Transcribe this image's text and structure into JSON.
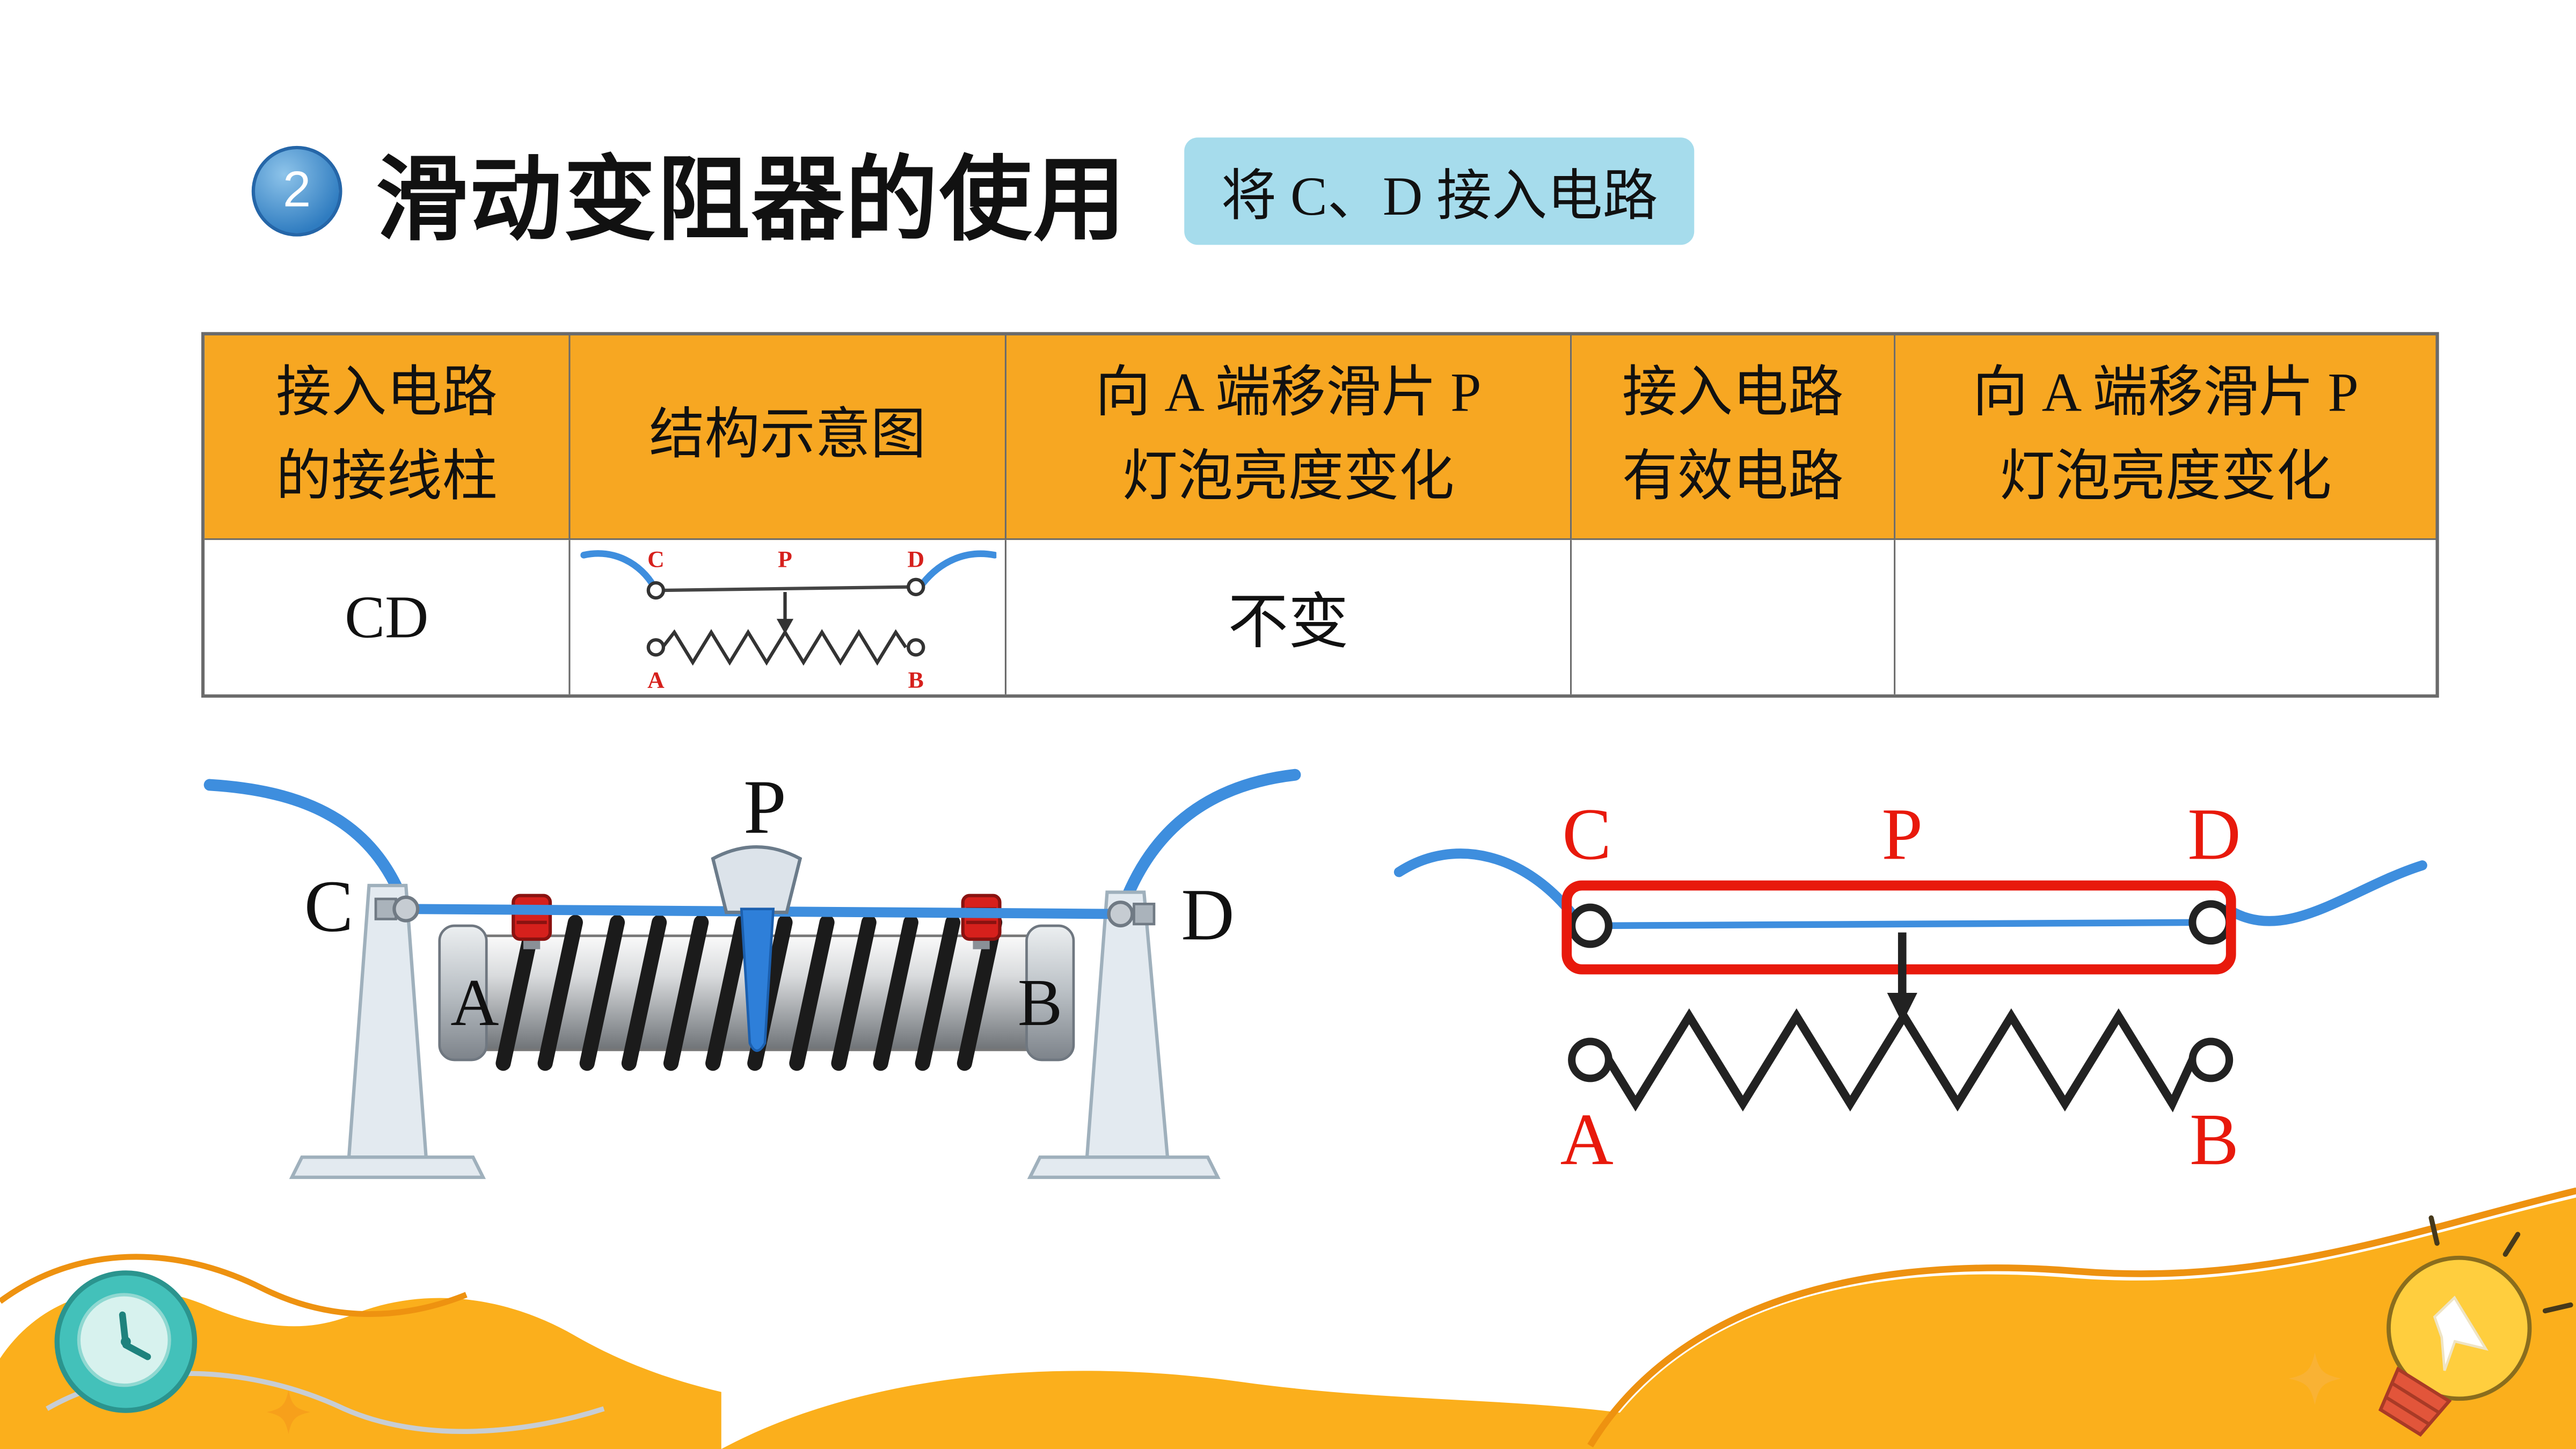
{
  "header": {
    "badge": "2",
    "title": "滑动变阻器的使用",
    "callout": "将 C、D 接入电路"
  },
  "table": {
    "headers": [
      {
        "line1": "接入电路",
        "line2": "的接线柱"
      },
      {
        "line1": "结构示意图",
        "line2": ""
      },
      {
        "line1": "向 A 端移滑片 P",
        "line2": "灯泡亮度变化"
      },
      {
        "line1": "接入电路",
        "line2": "有效电路"
      },
      {
        "line1": "向 A 端移滑片 P",
        "line2": "灯泡亮度变化"
      }
    ],
    "row": {
      "terminals": "CD",
      "brightness": "不变",
      "effective": "",
      "brightness2": ""
    },
    "mini_diagram_labels": {
      "c": "C",
      "p": "P",
      "d": "D",
      "a": "A",
      "b": "B"
    }
  },
  "rheostat_photo": {
    "labels": {
      "p": "P",
      "c": "C",
      "d": "D",
      "a": "A",
      "b": "B"
    }
  },
  "schematic": {
    "labels": {
      "c": "C",
      "p": "P",
      "d": "D",
      "a": "A",
      "b": "B"
    }
  },
  "colors": {
    "header_orange": "#F7A722",
    "callout_blue": "#A6DCEC",
    "badge_blue": "#2F7CC0",
    "wire_blue": "#3E8EDE",
    "highlight_red": "#E8190C",
    "label_red": "#D6201C",
    "clock_teal": "#43C1BA",
    "decor_yellow": "#FBAF1C"
  },
  "icons": {
    "clock": "clock-icon",
    "lightbulb": "lightbulb-icon",
    "sparkle": "sparkle-icon"
  }
}
